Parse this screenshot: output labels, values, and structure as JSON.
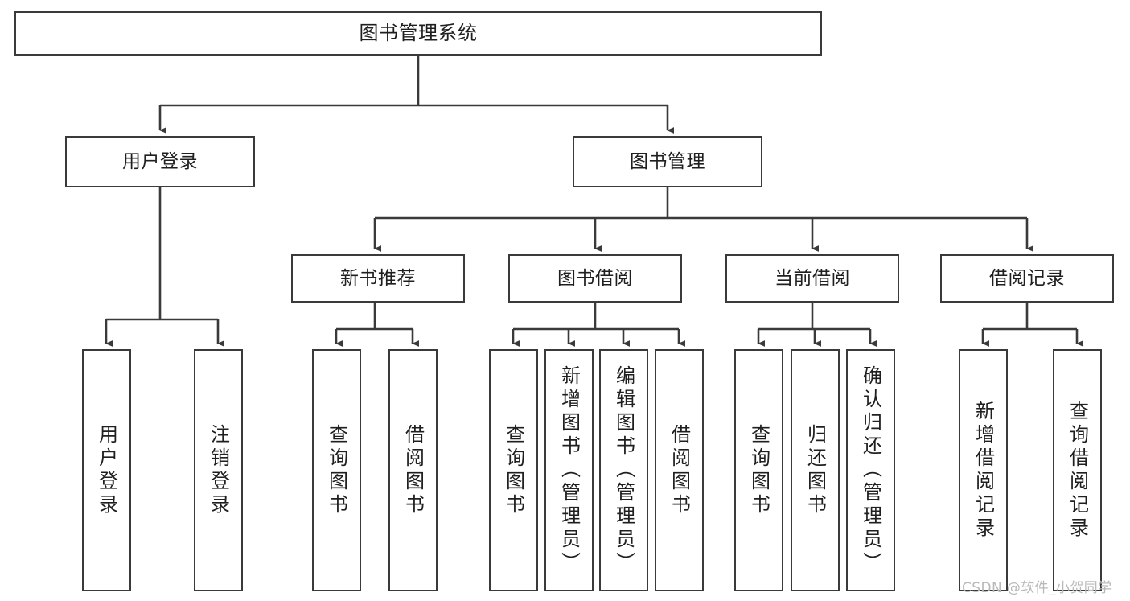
{
  "diagram": {
    "title": "图书管理系统",
    "type": "tree",
    "watermark": "CSDN @软件_小贺同学",
    "colors": {
      "stroke": "#3a3a3a",
      "fill": "#ffffff",
      "text": "#1f1f1f",
      "watermark": "#b9b9b9"
    },
    "nodes": {
      "root": {
        "label": "图书管理系统"
      },
      "level2": [
        {
          "label": "用户登录"
        },
        {
          "label": "图书管理"
        }
      ],
      "level3": [
        {
          "label": "新书推荐"
        },
        {
          "label": "图书借阅"
        },
        {
          "label": "当前借阅"
        },
        {
          "label": "借阅记录"
        }
      ],
      "leaves": {
        "user_login": [
          {
            "label": "用户登录"
          },
          {
            "label": "注销登录"
          }
        ],
        "new_book_recommend": [
          {
            "label": "查询图书"
          },
          {
            "label": "借阅图书"
          }
        ],
        "book_borrow": [
          {
            "label": "查询图书"
          },
          {
            "label": "新增图书（管理员）"
          },
          {
            "label": "编辑图书（管理员）"
          },
          {
            "label": "借阅图书"
          }
        ],
        "current_borrow": [
          {
            "label": "查询图书"
          },
          {
            "label": "归还图书"
          },
          {
            "label": "确认归还（管理员）"
          }
        ],
        "borrow_record": [
          {
            "label": "新增借阅记录"
          },
          {
            "label": "查询借阅记录"
          }
        ]
      }
    }
  }
}
